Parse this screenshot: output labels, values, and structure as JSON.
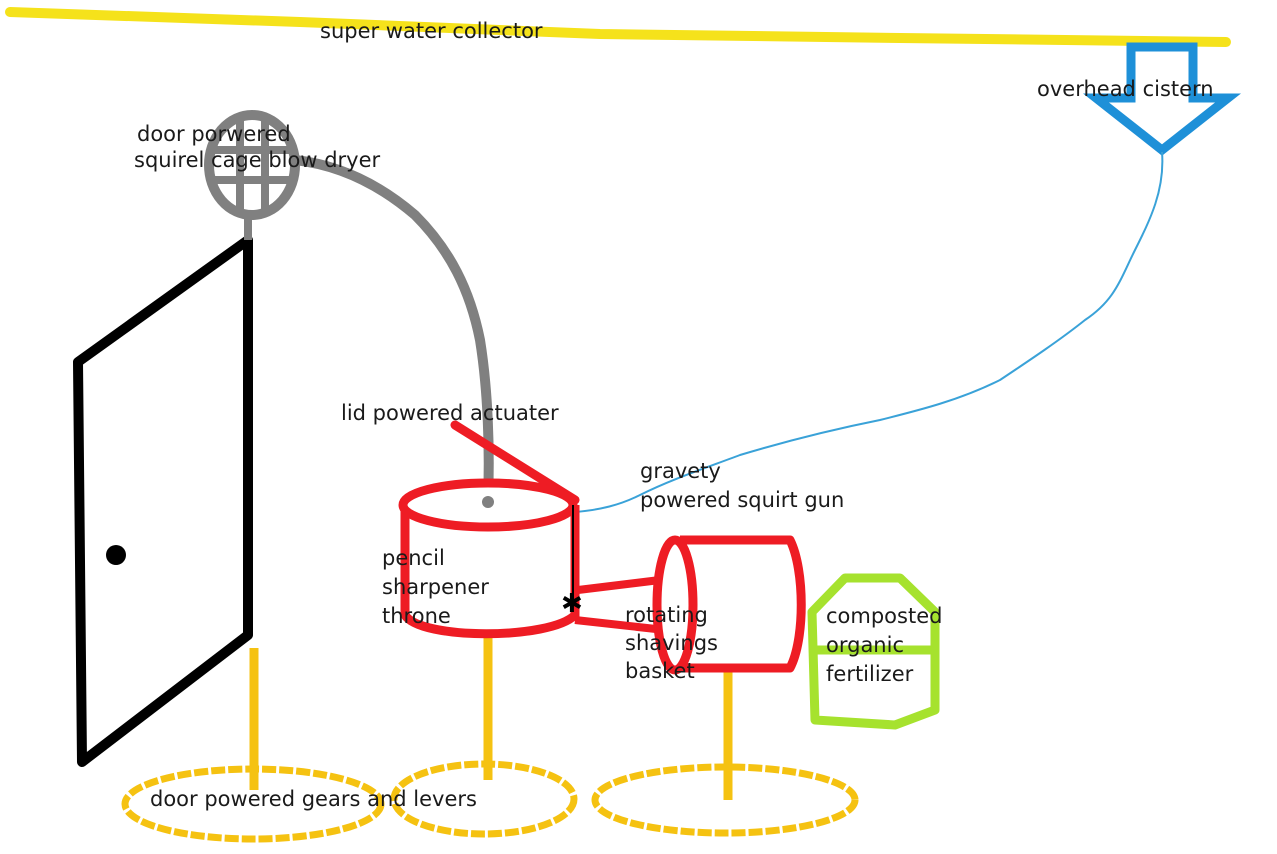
{
  "colors": {
    "background": "#ffffff",
    "water_collector": "#f5e21b",
    "cistern": "#1e90d8",
    "water_line": "#3aa2d8",
    "door": "#000000",
    "blow_dryer": "#808080",
    "throne": "#ee1c24",
    "gears": "#f5c211",
    "fertilizer": "#a6e22e",
    "text": "#1a1a1a"
  },
  "labels": {
    "super_water_collector": "super water collector",
    "overhead_cistern": "overhead cistern",
    "blow_dryer_line1": "door porwered",
    "blow_dryer_line2": "squirel cage blow dryer",
    "lid_actuator": "lid powered actuater",
    "squirt_gun_line1": "gravety",
    "squirt_gun_line2": "powered squirt  gun",
    "throne_line1": "pencil",
    "throne_line2": "sharpener",
    "throne_line3": "throne",
    "basket_line1": "rotating",
    "basket_line2": "shavings",
    "basket_line3": "basket",
    "fertilizer_line1": "composted",
    "fertilizer_line2": "organic",
    "fertilizer_line3": "fertilizer",
    "gears": "door powered gears and levers"
  }
}
